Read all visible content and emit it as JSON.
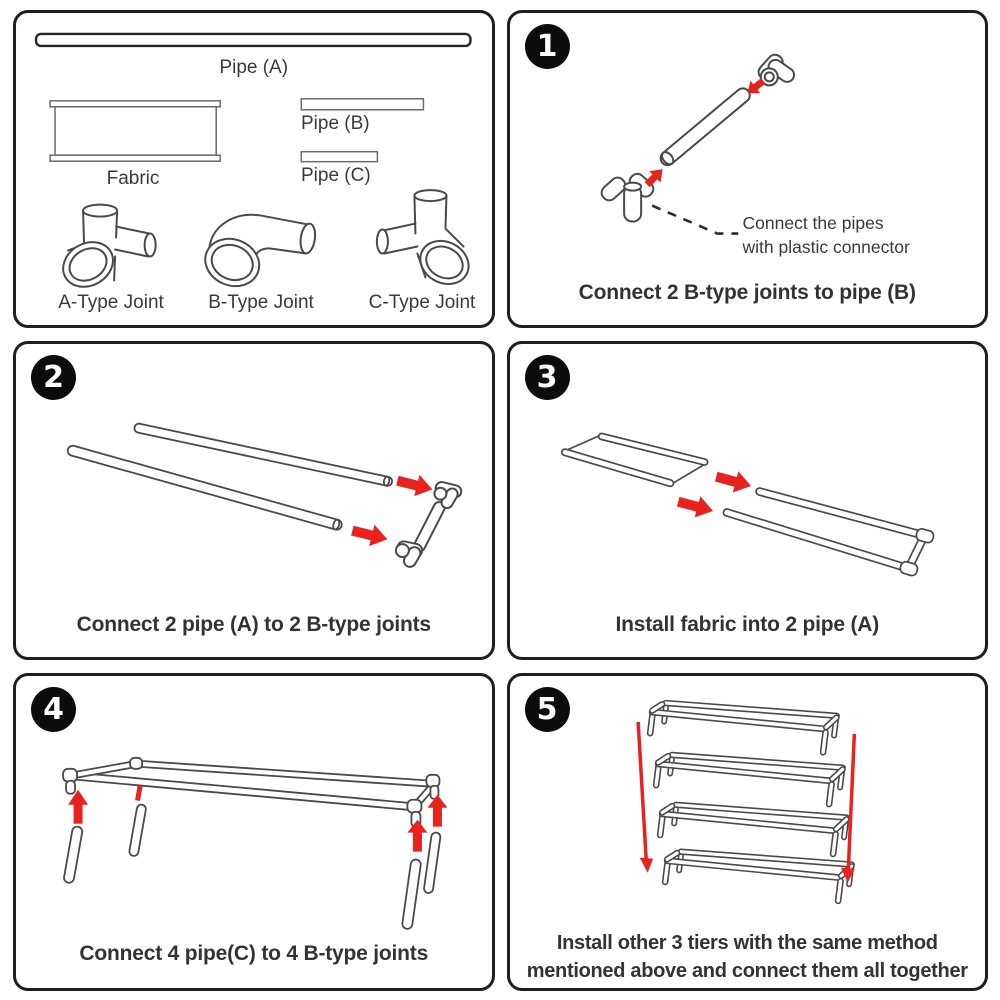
{
  "colors": {
    "arrow_red": "#e8231f",
    "ink": "#333333",
    "line_art": "#4a4a4a",
    "panel_border": "#1f1f1f",
    "badge_bg": "#0c0c0c"
  },
  "parts_panel": {
    "pipe_a_label": "Pipe (A)",
    "fabric_label": "Fabric",
    "pipe_b_label": "Pipe (B)",
    "pipe_c_label": "Pipe (C)",
    "joint_a_label": "A-Type Joint",
    "joint_b_label": "B-Type Joint",
    "joint_c_label": "C-Type Joint"
  },
  "steps": [
    {
      "number": "1",
      "caption": "Connect 2 B-type joints to pipe (B)",
      "annotation_line1": "Connect the pipes",
      "annotation_line2": "with plastic connector"
    },
    {
      "number": "2",
      "caption": "Connect 2 pipe (A) to 2 B-type joints"
    },
    {
      "number": "3",
      "caption": "Install fabric into 2 pipe (A)"
    },
    {
      "number": "4",
      "caption": "Connect 4 pipe(C) to 4 B-type joints"
    },
    {
      "number": "5",
      "caption_line1": "Install other 3 tiers with the same method",
      "caption_line2": "mentioned above and connect them all together"
    }
  ]
}
